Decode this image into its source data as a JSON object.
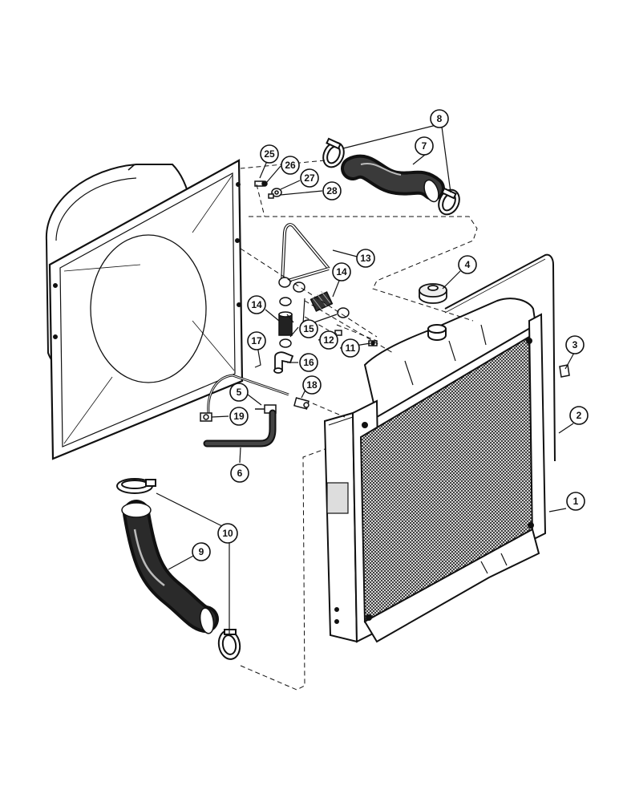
{
  "diagram": {
    "callouts": [
      {
        "id": "c1",
        "label": "1"
      },
      {
        "id": "c2",
        "label": "2"
      },
      {
        "id": "c3",
        "label": "3"
      },
      {
        "id": "c4",
        "label": "4"
      },
      {
        "id": "c5",
        "label": "5"
      },
      {
        "id": "c6",
        "label": "6"
      },
      {
        "id": "c7",
        "label": "7"
      },
      {
        "id": "c8",
        "label": "8"
      },
      {
        "id": "c9",
        "label": "9"
      },
      {
        "id": "c10",
        "label": "10"
      },
      {
        "id": "c11",
        "label": "11"
      },
      {
        "id": "c12",
        "label": "12"
      },
      {
        "id": "c13",
        "label": "13"
      },
      {
        "id": "c14a",
        "label": "14"
      },
      {
        "id": "c14b",
        "label": "14"
      },
      {
        "id": "c15",
        "label": "15"
      },
      {
        "id": "c16",
        "label": "16"
      },
      {
        "id": "c17",
        "label": "17"
      },
      {
        "id": "c18",
        "label": "18"
      },
      {
        "id": "c19",
        "label": "19"
      },
      {
        "id": "c25",
        "label": "25"
      },
      {
        "id": "c26",
        "label": "26"
      },
      {
        "id": "c27",
        "label": "27"
      },
      {
        "id": "c28",
        "label": "28"
      }
    ],
    "colors": {
      "ink": "#111111",
      "paper": "#ffffff",
      "hose": "#1a1a1a",
      "core": "#6e6e6e"
    }
  }
}
